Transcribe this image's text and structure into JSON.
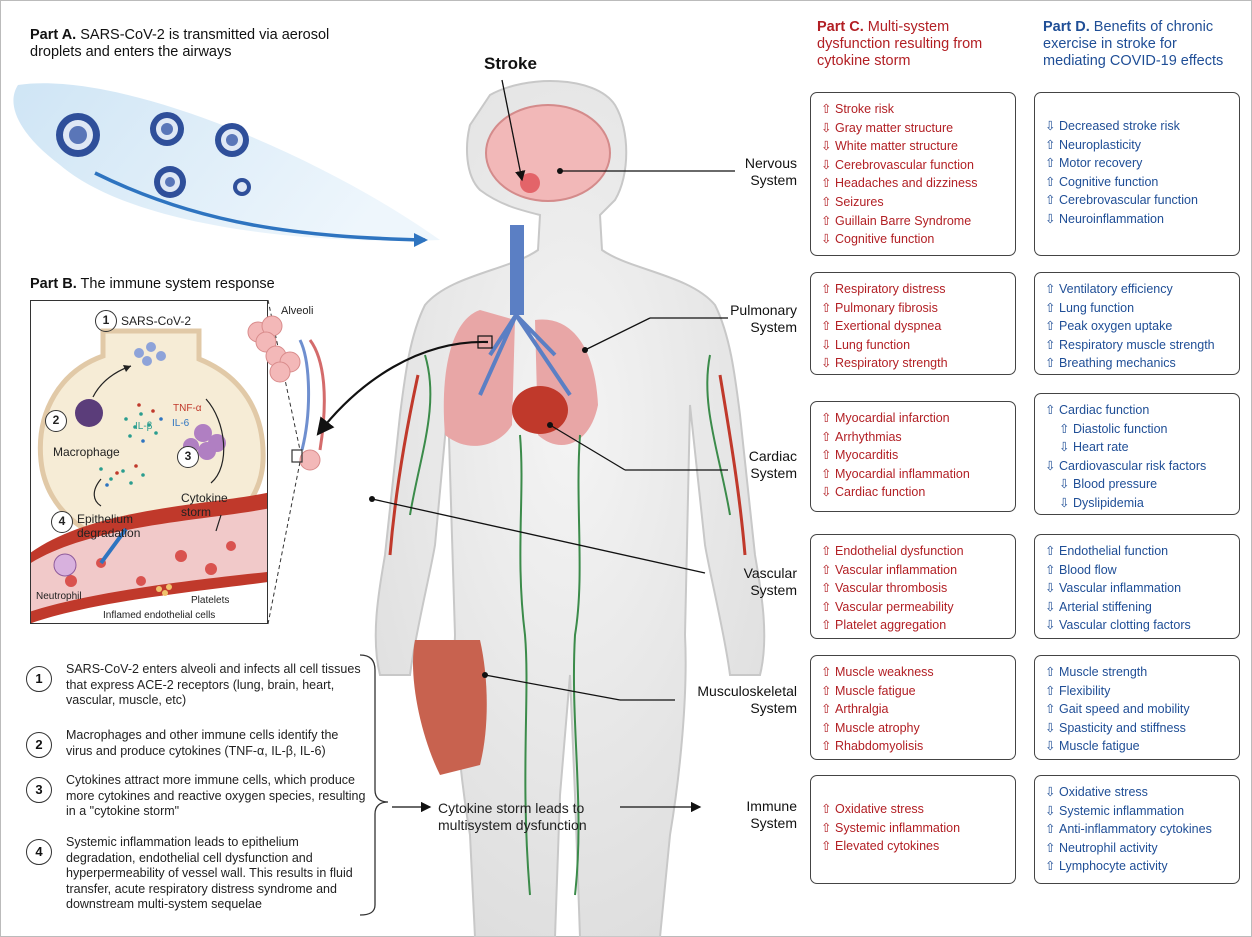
{
  "partA": {
    "bold": "Part A.",
    "text": " SARS-CoV-2 is transmitted via aerosol droplets and enters the airways"
  },
  "partB": {
    "bold": "Part B.",
    "text": " The immune system response"
  },
  "partC": {
    "bold": "Part C.",
    "text": " Multi-system dysfunction resulting from cytokine storm"
  },
  "partD": {
    "bold": "Part D.",
    "text": " Benefits of chronic exercise in stroke for mediating COVID-19 effects"
  },
  "stroke_title": "Stroke",
  "alveoli_label": "Alveoli",
  "immune_diagram": {
    "sars": "SARS-CoV-2",
    "n1": "1",
    "n2": "2",
    "n3": "3",
    "n4": "4",
    "macrophage": "Macrophage",
    "tnf": "TNF-α",
    "il1": "IL-β",
    "il6": "IL-6",
    "cytokine_storm_1": "Cytokine",
    "cytokine_storm_2": "storm",
    "epithelium_1": "Epithelium",
    "epithelium_2": "degradation",
    "neutrophil": "Neutrophil",
    "platelets": "Platelets",
    "inflamed": "Inflamed endothelial cells"
  },
  "steps": [
    {
      "num": "1",
      "text": "SARS-CoV-2 enters alveoli and infects all cell tissues that express ACE-2 receptors (lung, brain, heart, vascular, muscle, etc)"
    },
    {
      "num": "2",
      "text": "Macrophages and other immune cells identify the virus and produce cytokines (TNF-α, IL-β, IL-6)"
    },
    {
      "num": "3",
      "text": "Cytokines attract more immune cells, which produce more cytokines and reactive oxygen species, resulting in a \"cytokine storm\""
    },
    {
      "num": "4",
      "text": "Systemic inflammation leads to epithelium degradation, endothelial cell dysfunction and hyperpermeability of vessel wall. This results in fluid transfer, acute respiratory distress syndrome and downstream multi-system sequelae"
    }
  ],
  "storm_text_1": "Cytokine storm leads to",
  "storm_text_2": "multisystem dysfunction",
  "systems": [
    {
      "l1": "Nervous",
      "l2": "System"
    },
    {
      "l1": "Pulmonary",
      "l2": "System"
    },
    {
      "l1": "Cardiac",
      "l2": "System"
    },
    {
      "l1": "Vascular",
      "l2": "System"
    },
    {
      "l1": "Musculoskeletal",
      "l2": "System"
    },
    {
      "l1": "Immune",
      "l2": "System"
    }
  ],
  "partC_boxes": [
    [
      {
        "a": "⇧",
        "t": "Stroke risk"
      },
      {
        "a": "⇩",
        "t": "Gray matter structure"
      },
      {
        "a": "⇩",
        "t": "White matter structure"
      },
      {
        "a": "⇩",
        "t": "Cerebrovascular function"
      },
      {
        "a": "⇧",
        "t": "Headaches and dizziness"
      },
      {
        "a": "⇧",
        "t": "Seizures"
      },
      {
        "a": "⇧",
        "t": "Guillain Barre Syndrome"
      },
      {
        "a": "⇩",
        "t": "Cognitive function"
      }
    ],
    [
      {
        "a": "⇧",
        "t": "Respiratory distress"
      },
      {
        "a": "⇧",
        "t": "Pulmonary fibrosis"
      },
      {
        "a": "⇧",
        "t": "Exertional dyspnea"
      },
      {
        "a": "⇩",
        "t": "Lung function"
      },
      {
        "a": "⇩",
        "t": "Respiratory strength"
      }
    ],
    [
      {
        "a": "⇧",
        "t": "Myocardial infarction"
      },
      {
        "a": "⇧",
        "t": "Arrhythmias"
      },
      {
        "a": "⇧",
        "t": "Myocarditis"
      },
      {
        "a": "⇧",
        "t": "Myocardial inflammation"
      },
      {
        "a": "⇩",
        "t": "Cardiac function"
      }
    ],
    [
      {
        "a": "⇧",
        "t": "Endothelial dysfunction"
      },
      {
        "a": "⇧",
        "t": "Vascular inflammation"
      },
      {
        "a": "⇧",
        "t": "Vascular thrombosis"
      },
      {
        "a": "⇧",
        "t": "Vascular permeability"
      },
      {
        "a": "⇧",
        "t": "Platelet aggregation"
      }
    ],
    [
      {
        "a": "⇧",
        "t": "Muscle weakness"
      },
      {
        "a": "⇧",
        "t": "Muscle fatigue"
      },
      {
        "a": "⇧",
        "t": "Arthralgia"
      },
      {
        "a": "⇧",
        "t": "Muscle atrophy"
      },
      {
        "a": "⇧",
        "t": "Rhabdomyolisis"
      }
    ],
    [
      {
        "a": "⇧",
        "t": "Oxidative stress"
      },
      {
        "a": "⇧",
        "t": "Systemic inflammation"
      },
      {
        "a": "⇧",
        "t": "Elevated cytokines"
      }
    ]
  ],
  "partD_boxes": [
    [
      {
        "a": "⇩",
        "t": "Decreased stroke risk"
      },
      {
        "a": "⇧",
        "t": "Neuroplasticity"
      },
      {
        "a": "⇧",
        "t": "Motor recovery"
      },
      {
        "a": "⇧",
        "t": "Cognitive function"
      },
      {
        "a": "⇧",
        "t": "Cerebrovascular function"
      },
      {
        "a": "⇩",
        "t": "Neuroinflammation"
      }
    ],
    [
      {
        "a": "⇧",
        "t": "Ventilatory efficiency"
      },
      {
        "a": "⇧",
        "t": "Lung function"
      },
      {
        "a": "⇧",
        "t": "Peak oxygen uptake"
      },
      {
        "a": "⇧",
        "t": "Respiratory muscle strength"
      },
      {
        "a": "⇧",
        "t": "Breathing mechanics"
      }
    ],
    [
      {
        "a": "⇧",
        "t": "Cardiac function"
      },
      {
        "a": "⇧",
        "t": "Diastolic function",
        "indent": true
      },
      {
        "a": "⇩",
        "t": "Heart rate",
        "indent": true
      },
      {
        "a": "⇩",
        "t": "Cardiovascular risk factors"
      },
      {
        "a": "⇩",
        "t": "Blood pressure",
        "indent": true
      },
      {
        "a": "⇩",
        "t": "Dyslipidemia",
        "indent": true
      }
    ],
    [
      {
        "a": "⇧",
        "t": "Endothelial function"
      },
      {
        "a": "⇧",
        "t": "Blood flow"
      },
      {
        "a": "⇩",
        "t": "Vascular inflammation"
      },
      {
        "a": "⇩",
        "t": "Arterial stiffening"
      },
      {
        "a": "⇩",
        "t": "Vascular clotting factors"
      }
    ],
    [
      {
        "a": "⇧",
        "t": "Muscle strength"
      },
      {
        "a": "⇧",
        "t": "Flexibility"
      },
      {
        "a": "⇧",
        "t": "Gait speed and mobility"
      },
      {
        "a": "⇩",
        "t": "Spasticity and stiffness"
      },
      {
        "a": "⇩",
        "t": "Muscle fatigue"
      }
    ],
    [
      {
        "a": "⇩",
        "t": "Oxidative stress"
      },
      {
        "a": "⇩",
        "t": "Systemic inflammation"
      },
      {
        "a": "⇧",
        "t": "Anti-inflammatory cytokines"
      },
      {
        "a": "⇧",
        "t": "Neutrophil activity"
      },
      {
        "a": "⇧",
        "t": "Lymphocyte activity"
      }
    ]
  ]
}
